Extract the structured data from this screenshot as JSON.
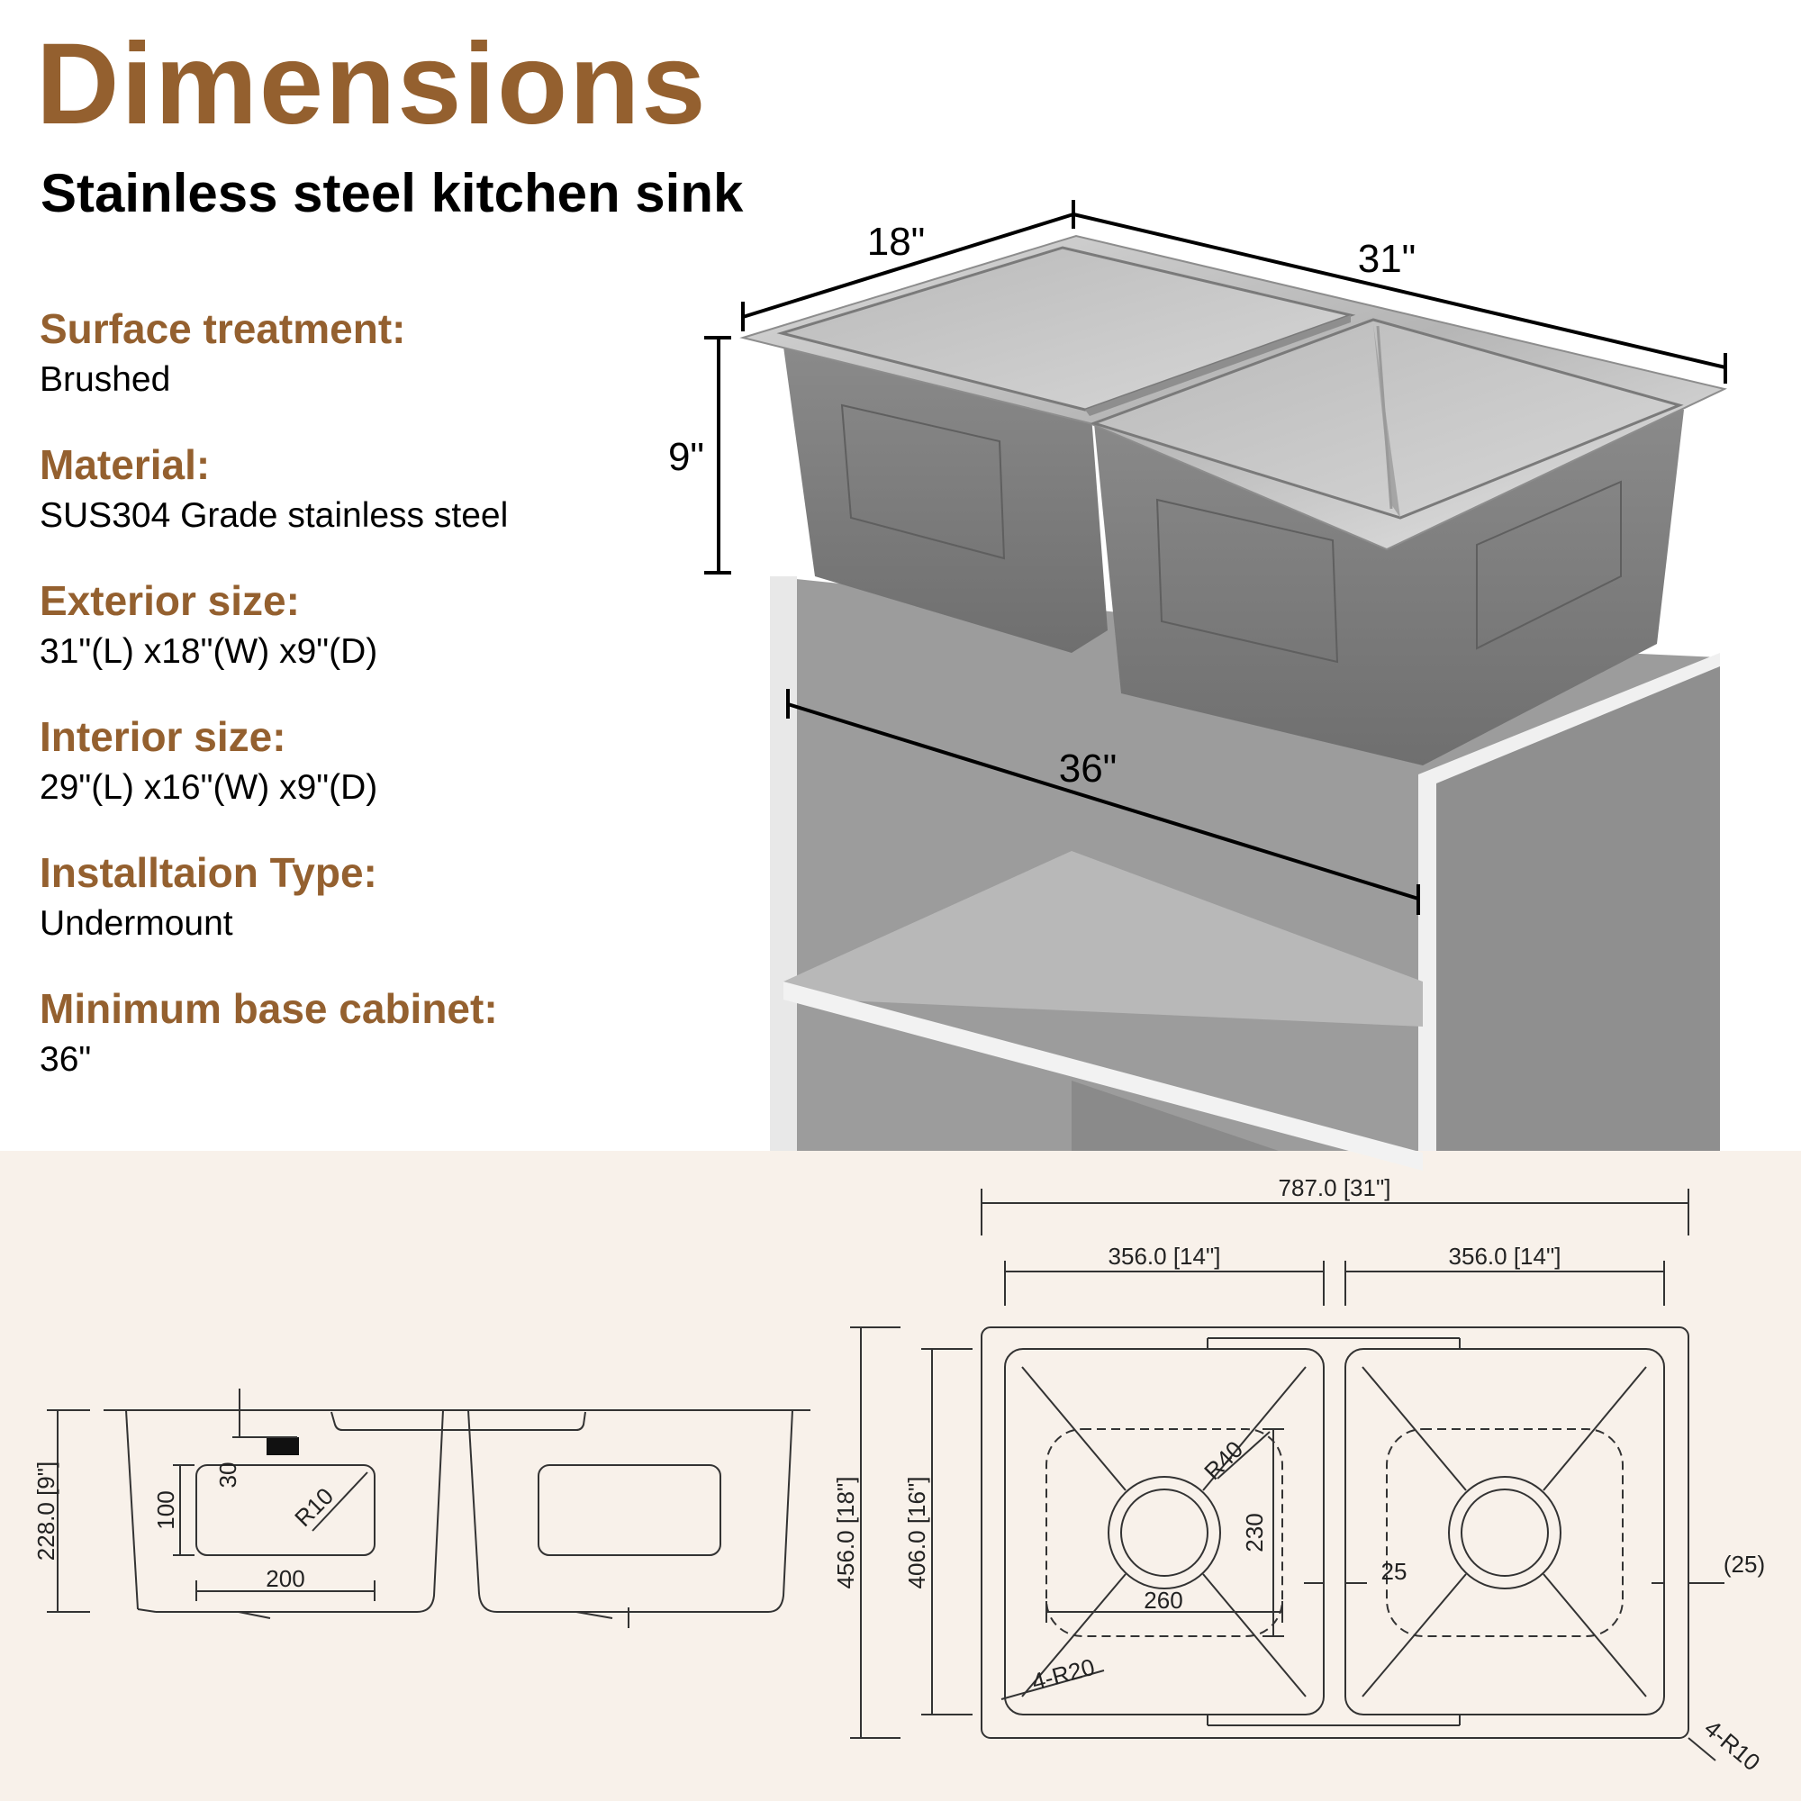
{
  "header": {
    "title": "Dimensions",
    "subtitle": "Stainless steel kitchen sink"
  },
  "specs": [
    {
      "label": "Surface treatment:",
      "value": "Brushed"
    },
    {
      "label": "Material:",
      "value": "SUS304 Grade stainless steel"
    },
    {
      "label": "Exterior size:",
      "value": "31\"(L) x18\"(W) x9\"(D)"
    },
    {
      "label": "Interior size:",
      "value": "29\"(L) x16\"(W) x9\"(D)"
    },
    {
      "label": "Installtaion Type:",
      "value": "Undermount"
    },
    {
      "label": "Minimum base cabinet:",
      "value": "36\""
    }
  ],
  "render_dims": {
    "width": "18\"",
    "length": "31\"",
    "depth": "9\"",
    "cabinet": "36\""
  },
  "side_view": {
    "height": "228.0 [9\"]",
    "top_offset": "30",
    "panel_height": "100",
    "radius": "R10",
    "panel_width": "200"
  },
  "top_view": {
    "total_length": "787.0 [31\"]",
    "bowl_left": "356.0 [14\"]",
    "bowl_right": "356.0 [14\"]",
    "total_width": "456.0 [18\"]",
    "inner_width": "406.0 [16\"]",
    "drain_radius": "R40",
    "area_height": "230",
    "area_width": "260",
    "divider": "25",
    "edge": "(25)",
    "bowl_corner": "4-R20",
    "outer_corner": "4-R10"
  },
  "colors": {
    "accent": "#94602f",
    "band": "#f8f1ea",
    "steel": "#7b7b7b",
    "cabinet": "#9a9a9a"
  }
}
